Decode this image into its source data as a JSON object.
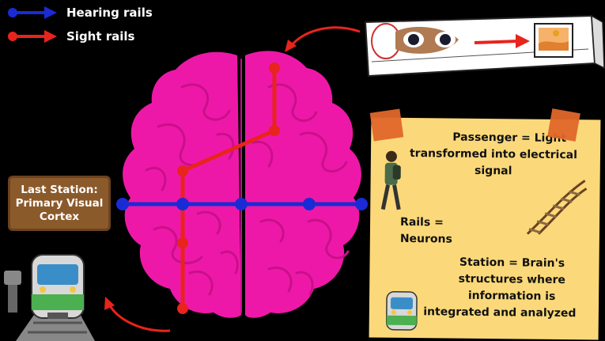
{
  "legend": {
    "hearing_label": "Hearing rails",
    "sight_label": "Sight rails",
    "hearing_color": "#1a2bd6",
    "sight_color": "#e8241c"
  },
  "sign": {
    "line1": "Last Station:",
    "line2": "Primary Visual",
    "line3": "Cortex"
  },
  "note": {
    "line1": "Passenger = Light",
    "line2": "transformed into electrical",
    "line3": "signal",
    "line4": "Rails = Neurons",
    "line5": "Station = Brain's",
    "line6": "structures where",
    "line7": "information is",
    "line8": "integrated and analyzed"
  },
  "colors": {
    "brain": "#ee18a8",
    "brain_fold": "#c8108a",
    "note": "#fbd97a",
    "tape": "#e0672a"
  },
  "icons": [
    "eyes-icon",
    "landscape-picture-icon",
    "walking-person-icon",
    "railway-track-icon",
    "train-icon",
    "signal-lamp-icon",
    "curved-arrow-icon"
  ]
}
